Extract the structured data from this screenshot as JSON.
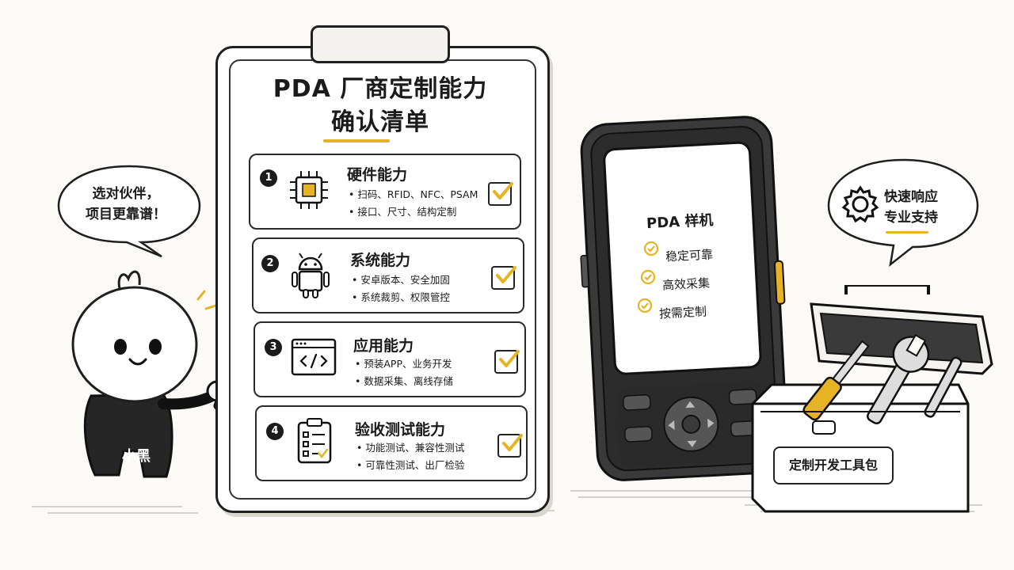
{
  "clipboard": {
    "title_line1": "PDA 厂商定制能力",
    "title_line2": "确认清单",
    "items": [
      {
        "number": "1",
        "title": "硬件能力",
        "icon": "chip-icon",
        "bullets": [
          "扫码、RFID、NFC、PSAM",
          "接口、尺寸、结构定制"
        ],
        "checked": true
      },
      {
        "number": "2",
        "title": "系统能力",
        "icon": "android-icon",
        "bullets": [
          "安卓版本、安全加固",
          "系统裁剪、权限管控"
        ],
        "checked": true
      },
      {
        "number": "3",
        "title": "应用能力",
        "icon": "code-window-icon",
        "bullets": [
          "预装APP、业务开发",
          "数据采集、离线存储"
        ],
        "checked": true
      },
      {
        "number": "4",
        "title": "验收测试能力",
        "icon": "checklist-icon",
        "bullets": [
          "功能测试、兼容性测试",
          "可靠性测试、出厂检验"
        ],
        "checked": true
      }
    ]
  },
  "character": {
    "speech_line1": "选对伙伴，",
    "speech_line2": "项目更靠谱！",
    "shirt_label": "小黑"
  },
  "phone": {
    "screen_title": "PDA 样机",
    "features": [
      "稳定可靠",
      "高效采集",
      "按需定制"
    ]
  },
  "support": {
    "speech_line1": "快速响应",
    "speech_line2": "专业支持",
    "icon": "gear-icon"
  },
  "toolbox": {
    "label": "定制开发工具包"
  },
  "colors": {
    "accent": "#e6b325",
    "ink": "#1b1b1b",
    "paper": "#fbfaf7"
  }
}
